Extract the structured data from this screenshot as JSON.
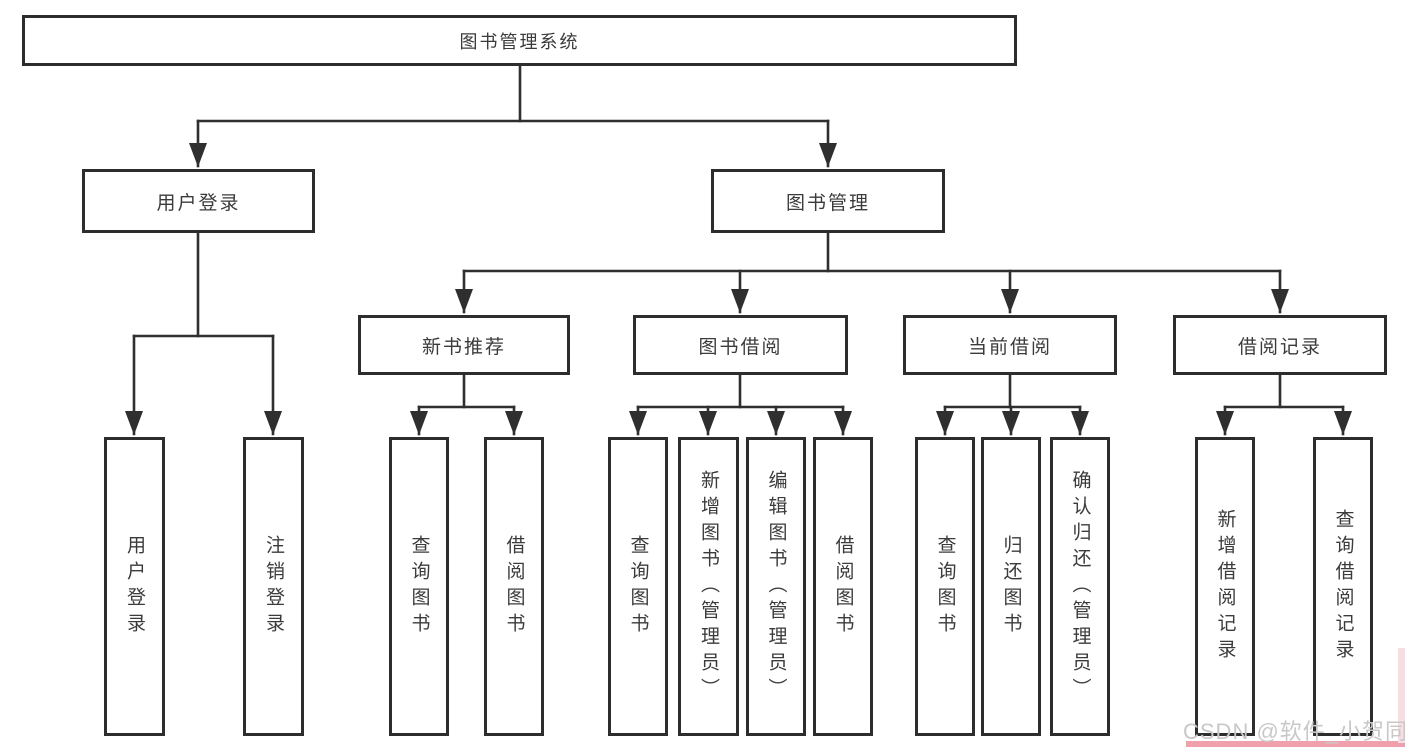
{
  "diagram_type": "hierarchy-diagram",
  "tree": {
    "label": "图书管理系统",
    "children": [
      {
        "label": "用户登录",
        "children": [
          {
            "label": "用户登录"
          },
          {
            "label": "注销登录"
          }
        ]
      },
      {
        "label": "图书管理",
        "children": [
          {
            "label": "新书推荐",
            "children": [
              {
                "label": "查询图书"
              },
              {
                "label": "借阅图书"
              }
            ]
          },
          {
            "label": "图书借阅",
            "children": [
              {
                "label": "查询图书"
              },
              {
                "label": "新增图书（管理员）"
              },
              {
                "label": "编辑图书（管理员）"
              },
              {
                "label": "借阅图书"
              }
            ]
          },
          {
            "label": "当前借阅",
            "children": [
              {
                "label": "查询图书"
              },
              {
                "label": "归还图书"
              },
              {
                "label": "确认归还（管理员）"
              }
            ]
          },
          {
            "label": "借阅记录",
            "children": [
              {
                "label": "新增借阅记录"
              },
              {
                "label": "查询借阅记录"
              }
            ]
          }
        ]
      }
    ]
  },
  "watermark": {
    "text": "CSDN @软件_小贺同学"
  },
  "colors": {
    "background": "#ffffff",
    "box_border": "#2d2d2d",
    "connector_line": "#2f2f2f",
    "text": "#3b3b3b",
    "watermark_text": "#c8c8c8",
    "watermark_accent_pink": "#f0a0ad"
  }
}
